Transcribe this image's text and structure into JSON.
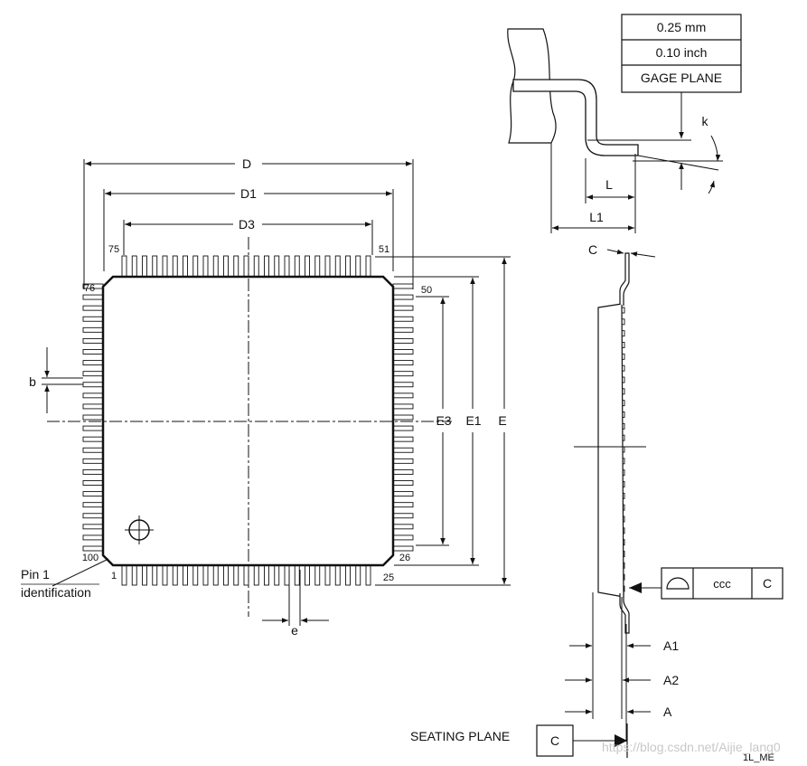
{
  "gage": {
    "row1": "0.25 mm",
    "row2": "0.10 inch",
    "row3": "GAGE PLANE"
  },
  "labels": {
    "D": "D",
    "D1": "D1",
    "D3": "D3",
    "E": "E",
    "E1": "E1",
    "E3": "E3",
    "b": "b",
    "e": "e",
    "k": "k",
    "L": "L",
    "L1": "L1",
    "C_top": "C",
    "A1": "A1",
    "A2": "A2",
    "A": "A"
  },
  "pins": {
    "p75": "75",
    "p51": "51",
    "p76": "76",
    "p50": "50",
    "p100": "100",
    "p1": "1",
    "p26": "26",
    "p25": "25"
  },
  "pin1": {
    "line1": "Pin 1",
    "line2": "identification"
  },
  "coplanarity": {
    "value": "ccc",
    "datum": "C"
  },
  "seating": {
    "label": "SEATING PLANE",
    "datum": "C"
  },
  "code": "1L_ME",
  "watermark": "https://blog.csdn.net/Aijie_lang0"
}
